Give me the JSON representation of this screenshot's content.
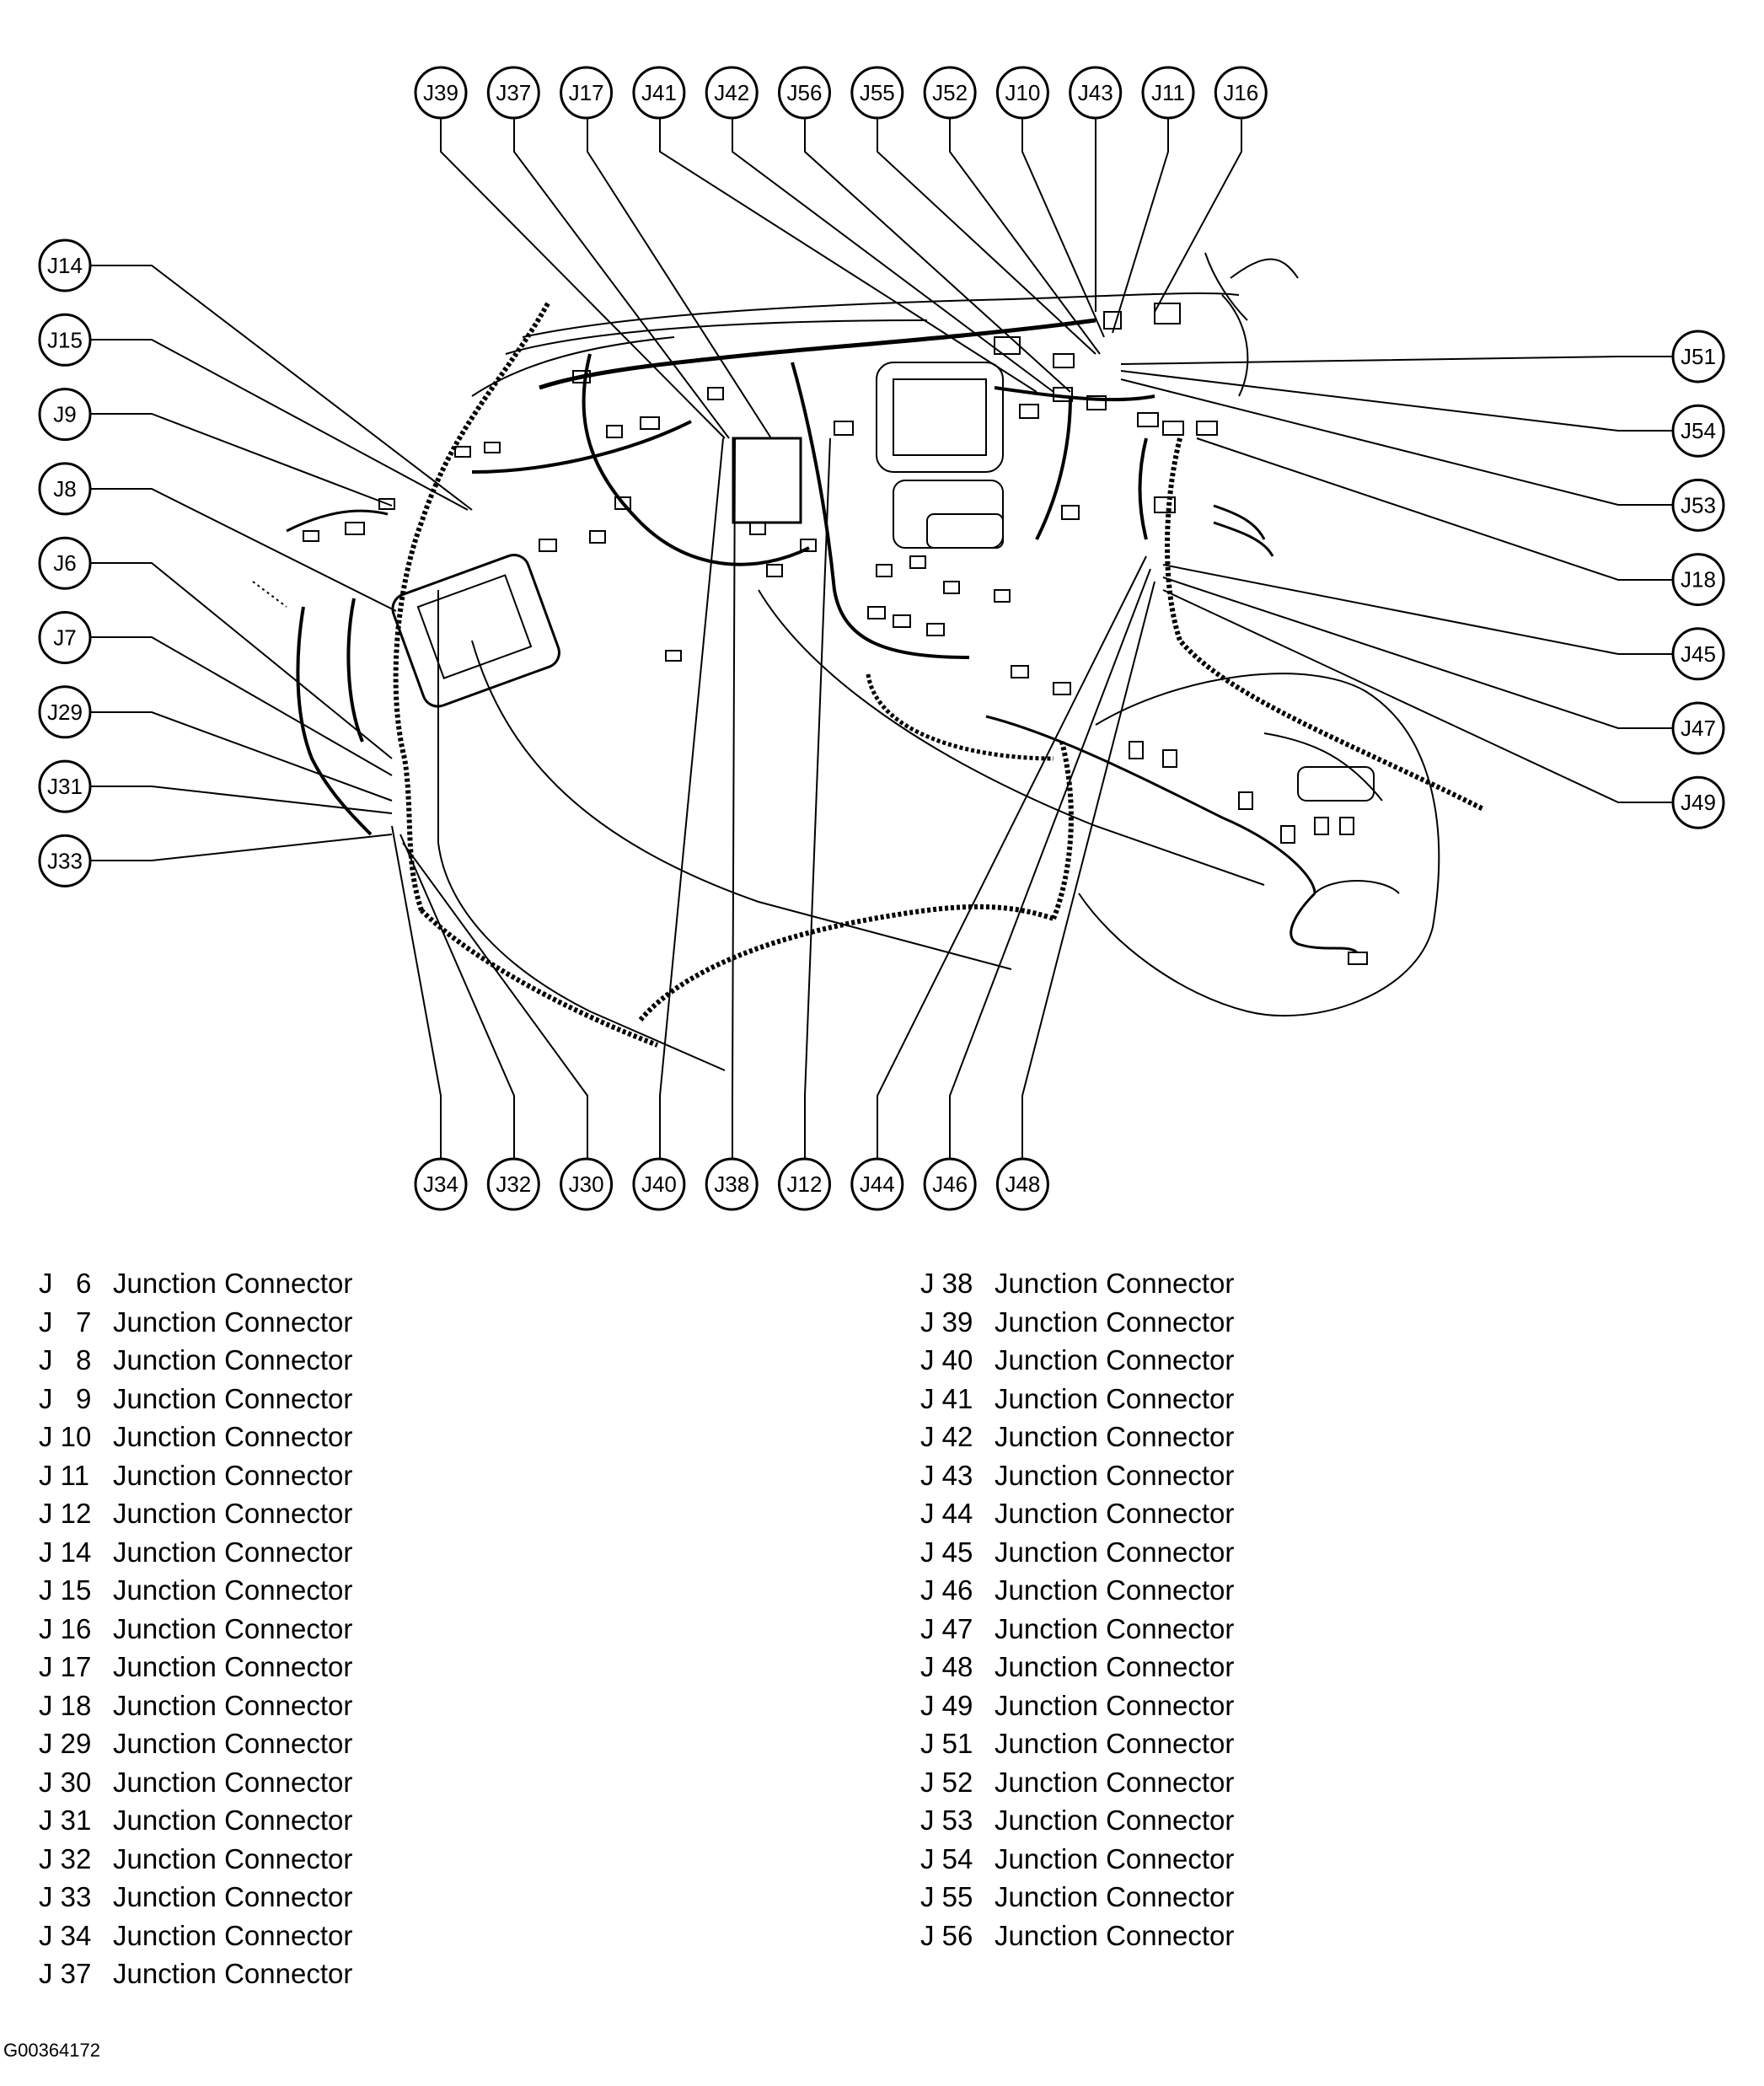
{
  "callouts_top": [
    "J39",
    "J37",
    "J17",
    "J41",
    "J42",
    "J56",
    "J55",
    "J52",
    "J10",
    "J43",
    "J11",
    "J16"
  ],
  "callouts_left": [
    "J14",
    "J15",
    "J9",
    "J8",
    "J6",
    "J7",
    "J29",
    "J31",
    "J33"
  ],
  "callouts_right": [
    "J51",
    "J54",
    "J53",
    "J18",
    "J45",
    "J47",
    "J49"
  ],
  "callouts_bottom": [
    "J34",
    "J32",
    "J30",
    "J40",
    "J38",
    "J12",
    "J44",
    "J46",
    "J48"
  ],
  "legend": {
    "left": [
      {
        "code": "J   6",
        "desc": "Junction Connector"
      },
      {
        "code": "J   7",
        "desc": "Junction Connector"
      },
      {
        "code": "J   8",
        "desc": "Junction Connector"
      },
      {
        "code": "J   9",
        "desc": "Junction Connector"
      },
      {
        "code": "J 10",
        "desc": "Junction Connector"
      },
      {
        "code": "J 11",
        "desc": "Junction Connector"
      },
      {
        "code": "J 12",
        "desc": "Junction Connector"
      },
      {
        "code": "J 14",
        "desc": "Junction Connector"
      },
      {
        "code": "J 15",
        "desc": "Junction Connector"
      },
      {
        "code": "J 16",
        "desc": "Junction Connector"
      },
      {
        "code": "J 17",
        "desc": "Junction Connector"
      },
      {
        "code": "J 18",
        "desc": "Junction Connector"
      },
      {
        "code": "J 29",
        "desc": "Junction Connector"
      },
      {
        "code": "J 30",
        "desc": "Junction Connector"
      },
      {
        "code": "J 31",
        "desc": "Junction Connector"
      },
      {
        "code": "J 32",
        "desc": "Junction Connector"
      },
      {
        "code": "J 33",
        "desc": "Junction Connector"
      },
      {
        "code": "J 34",
        "desc": "Junction Connector"
      },
      {
        "code": "J 37",
        "desc": "Junction Connector"
      }
    ],
    "right": [
      {
        "code": "J 38",
        "desc": "Junction Connector"
      },
      {
        "code": "J 39",
        "desc": "Junction Connector"
      },
      {
        "code": "J 40",
        "desc": "Junction Connector"
      },
      {
        "code": "J 41",
        "desc": "Junction Connector"
      },
      {
        "code": "J 42",
        "desc": "Junction Connector"
      },
      {
        "code": "J 43",
        "desc": "Junction Connector"
      },
      {
        "code": "J 44",
        "desc": "Junction Connector"
      },
      {
        "code": "J 45",
        "desc": "Junction Connector"
      },
      {
        "code": "J 46",
        "desc": "Junction Connector"
      },
      {
        "code": "J 47",
        "desc": "Junction Connector"
      },
      {
        "code": "J 48",
        "desc": "Junction Connector"
      },
      {
        "code": "J 49",
        "desc": "Junction Connector"
      },
      {
        "code": "J 51",
        "desc": "Junction Connector"
      },
      {
        "code": "J 52",
        "desc": "Junction Connector"
      },
      {
        "code": "J 53",
        "desc": "Junction Connector"
      },
      {
        "code": "J 54",
        "desc": "Junction Connector"
      },
      {
        "code": "J 55",
        "desc": "Junction Connector"
      },
      {
        "code": "J 56",
        "desc": "Junction Connector"
      }
    ]
  },
  "figure_id": "G00364172"
}
